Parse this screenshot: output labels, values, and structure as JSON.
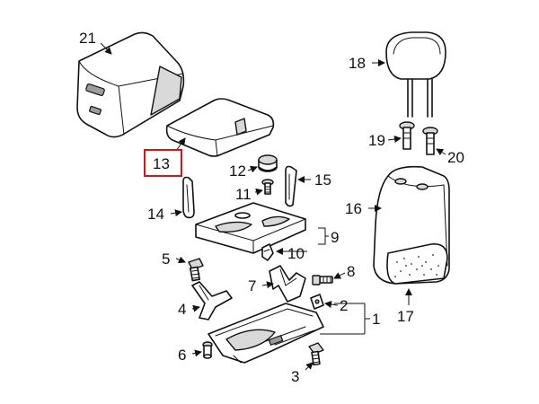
{
  "diagram": {
    "highlight_color": "#e01010",
    "callouts": {
      "c1": "1",
      "c2": "2",
      "c3": "3",
      "c4": "4",
      "c5": "5",
      "c6": "6",
      "c7": "7",
      "c8": "8",
      "c9": "9",
      "c10": "10",
      "c11": "11",
      "c12": "12",
      "c13": "13",
      "c14": "14",
      "c15": "15",
      "c16": "16",
      "c17": "17",
      "c18": "18",
      "c19": "19",
      "c20": "20",
      "c21": "21"
    }
  }
}
